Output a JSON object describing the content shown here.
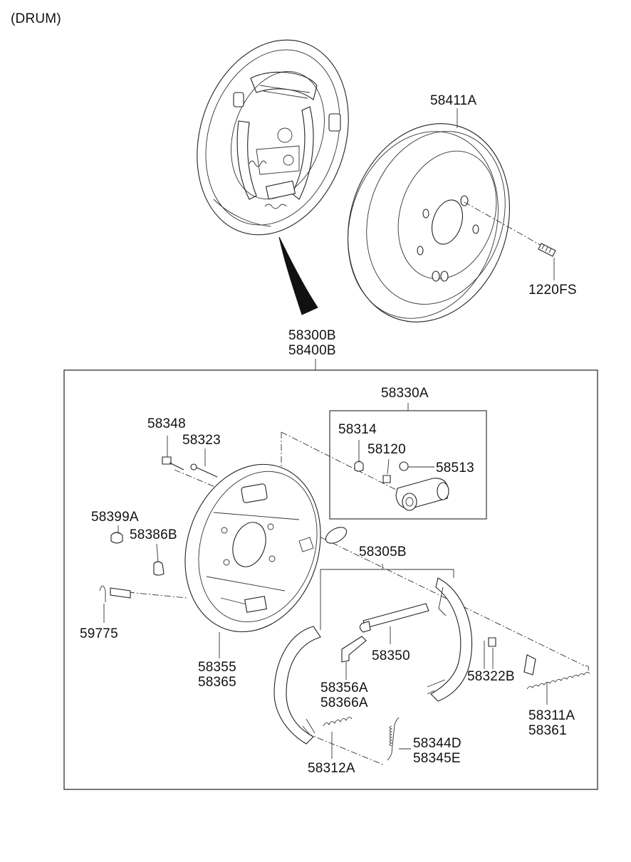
{
  "heading": "(DRUM)",
  "labels": {
    "drum": "58411A",
    "bolt": "1220FS",
    "assembly_1": "58300B",
    "assembly_2": "58400B",
    "wheel_cylinder": "58330A",
    "bleeder_cap": "58314",
    "bleeder_screw": "58120",
    "cylinder_boot": "58513",
    "bolt_58348": "58348",
    "pin_58323": "58323",
    "plug_58399a": "58399A",
    "clip_58386b": "58386B",
    "pin_59775": "59775",
    "backing_plate_1": "58355",
    "backing_plate_2": "58365",
    "shoe_kit": "58305B",
    "adjuster": "58350",
    "lever_1": "58356A",
    "lever_2": "58366A",
    "spring_58322b": "58322B",
    "spring_upper_1": "58311A",
    "spring_upper_2": "58361",
    "spring_58312a": "58312A",
    "spring_lower_1": "58344D",
    "spring_lower_2": "58345E"
  }
}
